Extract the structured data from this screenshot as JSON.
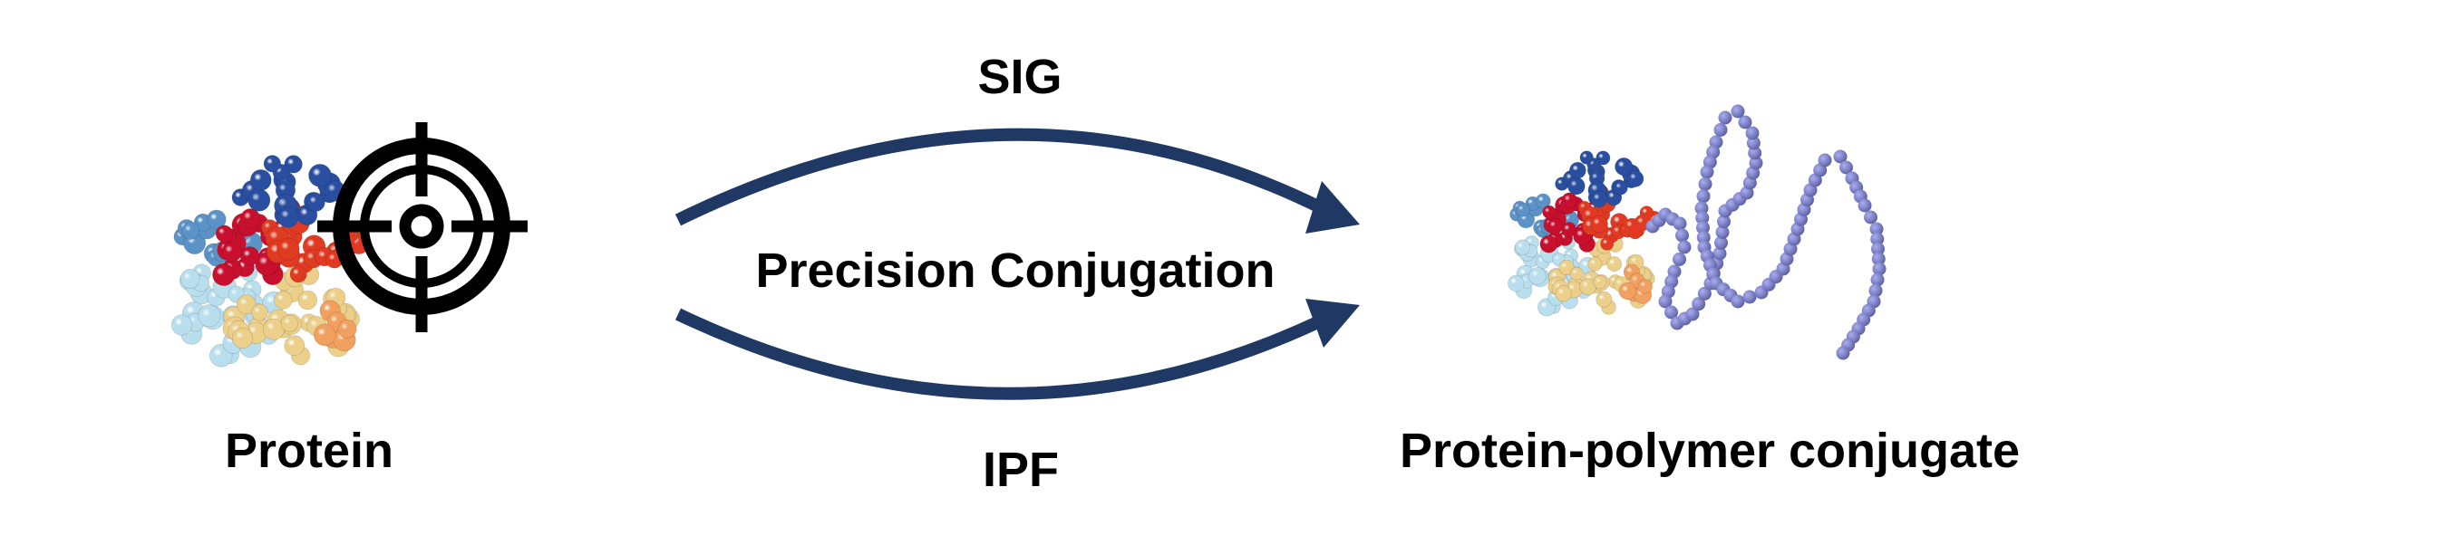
{
  "labels": {
    "top_method": "SIG",
    "center_title": "Precision Conjugation",
    "bottom_method": "IPF",
    "left_caption": "Protein",
    "right_caption": "Protein-polymer conjugate"
  },
  "colors": {
    "arrow": "#1f3864",
    "target": "#000000",
    "polymer": "#7b80c4",
    "protein_regions": [
      "#2a4fa0",
      "#5b93c9",
      "#b9dfee",
      "#c8102e",
      "#e03a22",
      "#ecd08a",
      "#f2a060"
    ]
  },
  "icons": [
    "crosshair-target-icon"
  ]
}
